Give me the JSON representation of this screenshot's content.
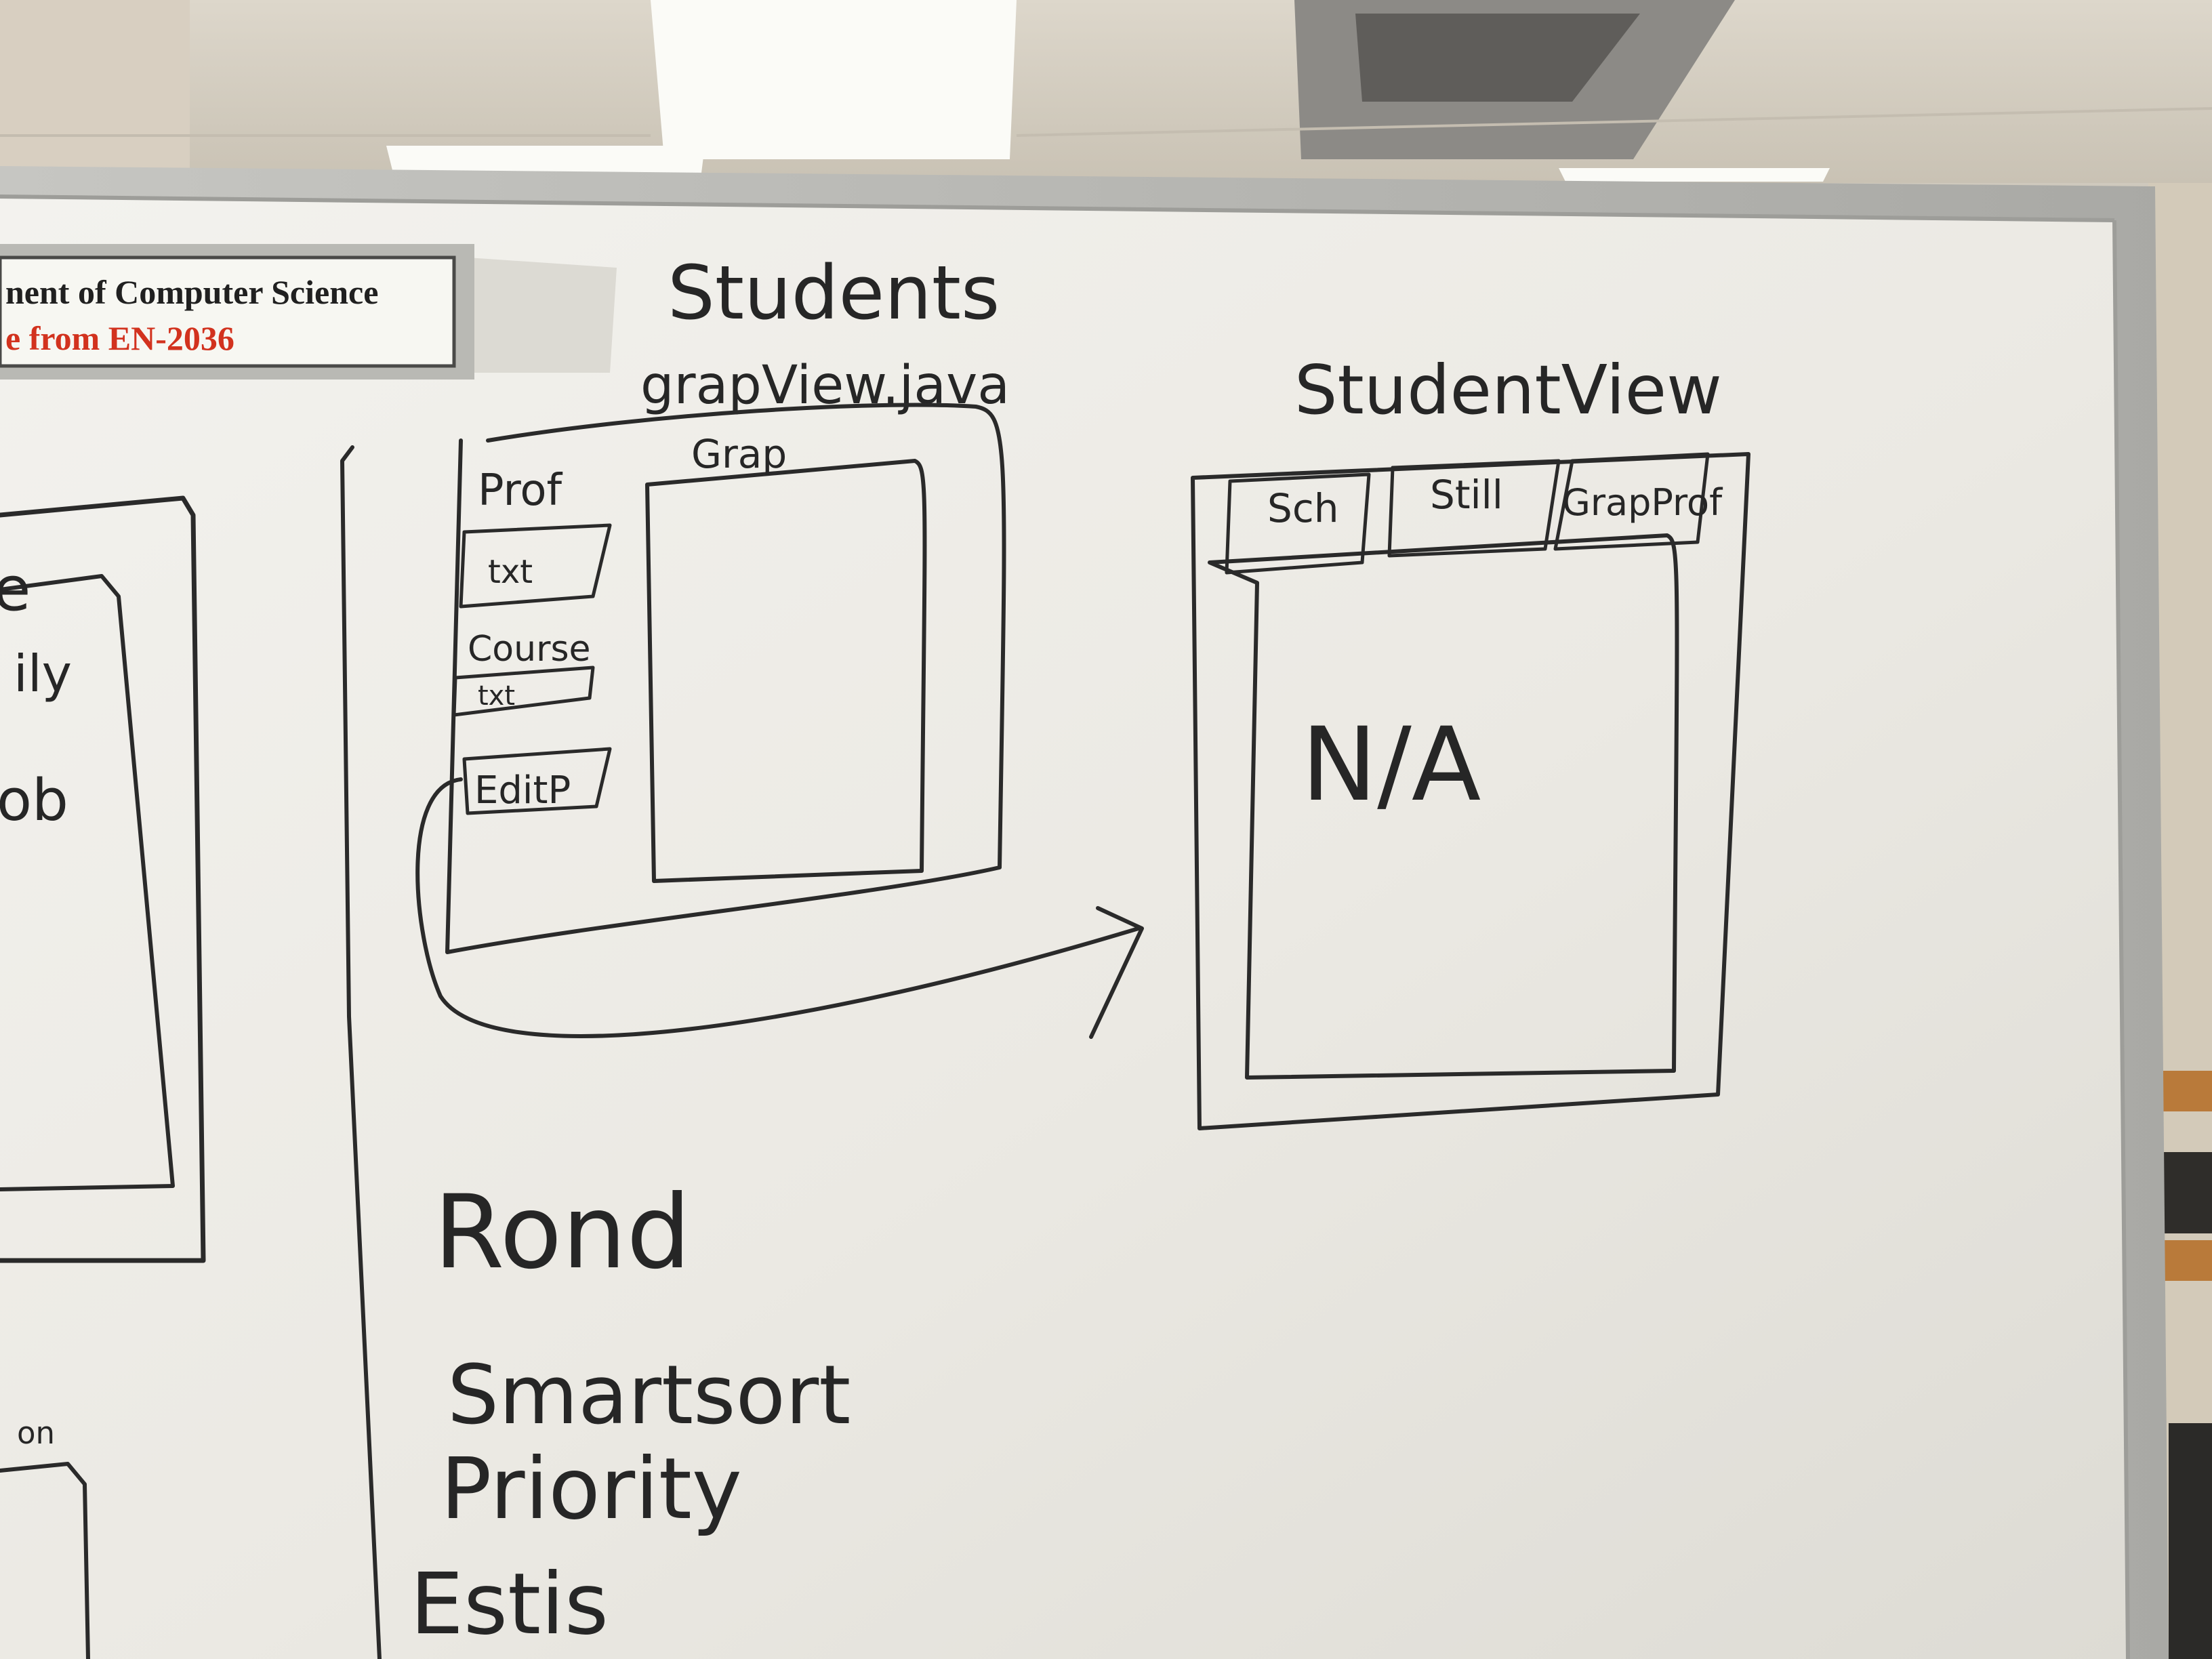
{
  "sign": {
    "line1": "nent of Computer Science",
    "line2": "e from EN-2036"
  },
  "board": {
    "title_left": "Students",
    "file_name": "grapView.java",
    "title_right": "StudentView",
    "left_mockup": {
      "label_prof": "Prof",
      "label_graph": "Grap",
      "field_txt_1": "txt",
      "label_course": "Course",
      "field_txt_2": "txt",
      "button_edit": "EditP"
    },
    "right_mockup": {
      "tab_sch": "Sch",
      "tab_still": "Still",
      "tab_grap_prof": "GrapProf",
      "content_text": "N/A"
    },
    "left_edge": {
      "fragment_e": "e",
      "fragment_ily": "ily",
      "fragment_ob": "ob",
      "fragment_on": "on"
    },
    "list": {
      "item1": "Rond",
      "item2": "Smartsort",
      "item3": "Priority",
      "item4": "Estis"
    }
  },
  "colors": {
    "ink": "#2a2a2a",
    "board": "#eceae3",
    "frame": "#b8b8b4",
    "sign_red": "#d2321e",
    "sign_black": "#202020",
    "ceiling": "#d9d3c7",
    "light": "#fbfbf7"
  }
}
